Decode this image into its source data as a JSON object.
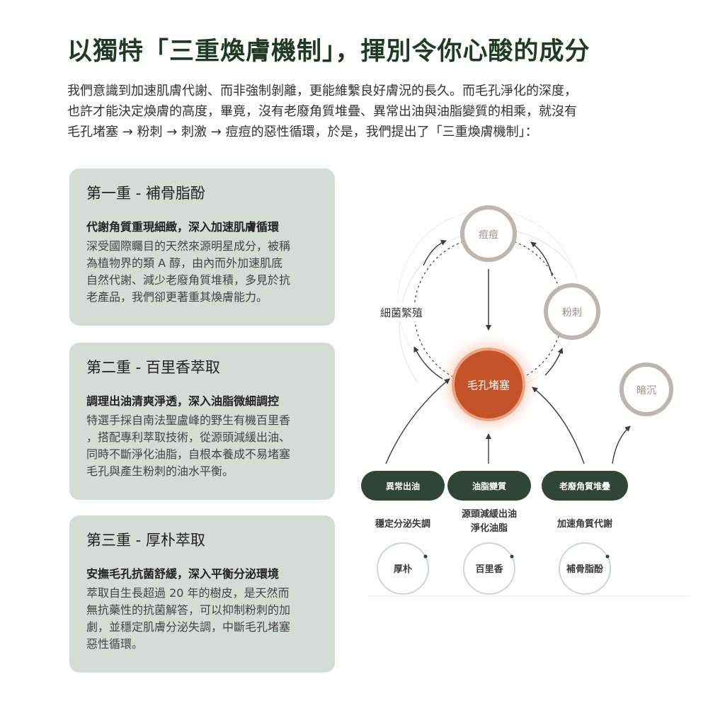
{
  "title": "以獨特「三重煥膚機制」，揮別令你心酸的成分",
  "intro": [
    "我們意識到加速肌膚代謝、而非強制剝離，更能維繫良好膚況的長久。而毛孔淨化的深度，",
    "也許才能決定煥膚的高度，畢竟，沒有老廢角質堆疊、異常出油與油脂變質的相乘，就沒有",
    "毛孔堵塞 → 粉刺 → 刺激 → 痘痘的惡性循環，於是，我們提出了「三重煥膚機制」："
  ],
  "cards": [
    {
      "title": "第一重 - 補骨脂酚",
      "subtitle": "代謝角質重現細緻，深入加速肌膚循環",
      "body": [
        "深受國際矚目的天然來源明星成分，被稱",
        "為植物界的類 A 醇，由內而外加速肌底",
        "自然代謝、減少老廢角質堆積，多見於抗",
        "老產品，我們卻更著重其煥膚能力。"
      ]
    },
    {
      "title": "第二重 - 百里香萃取",
      "subtitle": "調理出油清爽淨透，深入油脂微細調控",
      "body": [
        "特選手採自南法聖盧峰的野生有機百里香",
        "，搭配專利萃取技術，從源頭減緩出油、",
        "同時不斷淨化油脂，自根本養成不易堵塞",
        "毛孔與產生粉刺的油水平衡。"
      ]
    },
    {
      "title": "第三重 - 厚朴萃取",
      "subtitle": "安撫毛孔抗菌舒緩，深入平衡分泌環境",
      "body": [
        "萃取自生長超過 20 年的樹皮，是天然而",
        "無抗藥性的抗菌解答，可以抑制粉刺的加",
        "劇，並穩定肌膚分泌失調，中斷毛孔堵塞",
        "惡性循環。"
      ]
    }
  ],
  "diagram": {
    "acne": "痘痘",
    "comedone": "粉刺",
    "bacteria": "細菌繁殖",
    "pore": "毛孔堵塞",
    "dullness": "暗沉",
    "causes": [
      "異常出油",
      "油脂變質",
      "老廢角質堆疊"
    ],
    "effects": [
      {
        "lines": [
          "穩定分泌失調"
        ]
      },
      {
        "lines": [
          "源頭減緩出油",
          "淨化油脂"
        ]
      },
      {
        "lines": [
          "加速角質代謝"
        ]
      }
    ],
    "ingredients": [
      "厚朴",
      "百里香",
      "補骨脂酚"
    ],
    "colors": {
      "title": "#1f3b24",
      "card_bg": "#d4dcd7",
      "pill": "#2f4536",
      "core": "#c4532a",
      "ring": "#bdb5ae"
    }
  }
}
